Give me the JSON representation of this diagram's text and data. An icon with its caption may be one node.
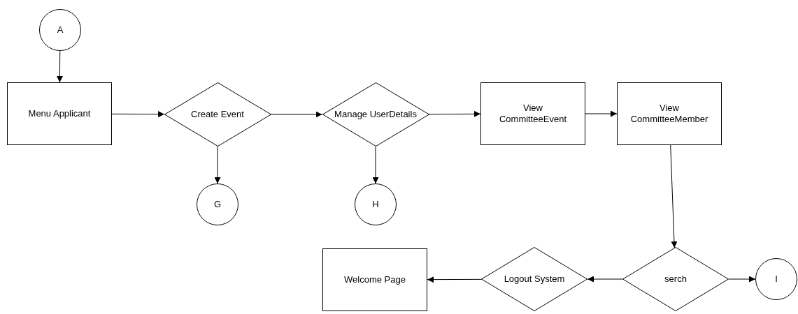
{
  "diagram": {
    "nodes": [
      {
        "text": [
          "A"
        ]
      },
      {
        "text": [
          "Menu Applicant"
        ]
      },
      {
        "text": [
          "Create Event"
        ]
      },
      {
        "text": [
          "Manage UserDetails"
        ]
      },
      {
        "text": [
          "View CommitteeEvent"
        ]
      },
      {
        "text": [
          "View CommitteeMember"
        ]
      },
      {
        "text": [
          "G"
        ]
      },
      {
        "text": [
          "H"
        ]
      },
      {
        "text": [
          "Welcome Page"
        ]
      },
      {
        "text": [
          "Logout System"
        ]
      },
      {
        "text": [
          "serch"
        ]
      },
      {
        "text": [
          "I"
        ]
      }
    ],
    "edges": [
      {
        "from": 0,
        "to": 1,
        "arrow": "to"
      },
      {
        "from": 1,
        "to": 2,
        "arrow": "to"
      },
      {
        "from": 2,
        "to": 3,
        "arrow": "to"
      },
      {
        "from": 2,
        "to": 6,
        "arrow": "to"
      },
      {
        "from": 3,
        "to": 7,
        "arrow": "to"
      },
      {
        "from": 3,
        "to": 4,
        "arrow": "to"
      },
      {
        "from": 4,
        "to": 5,
        "arrow": "to"
      },
      {
        "from": 5,
        "to": 10,
        "arrow": "to"
      },
      {
        "from": 10,
        "to": 11,
        "arrow": "to"
      },
      {
        "from": 10,
        "to": 9,
        "arrow": "to"
      },
      {
        "from": 9,
        "to": 8,
        "arrow": "to"
      }
    ]
  }
}
